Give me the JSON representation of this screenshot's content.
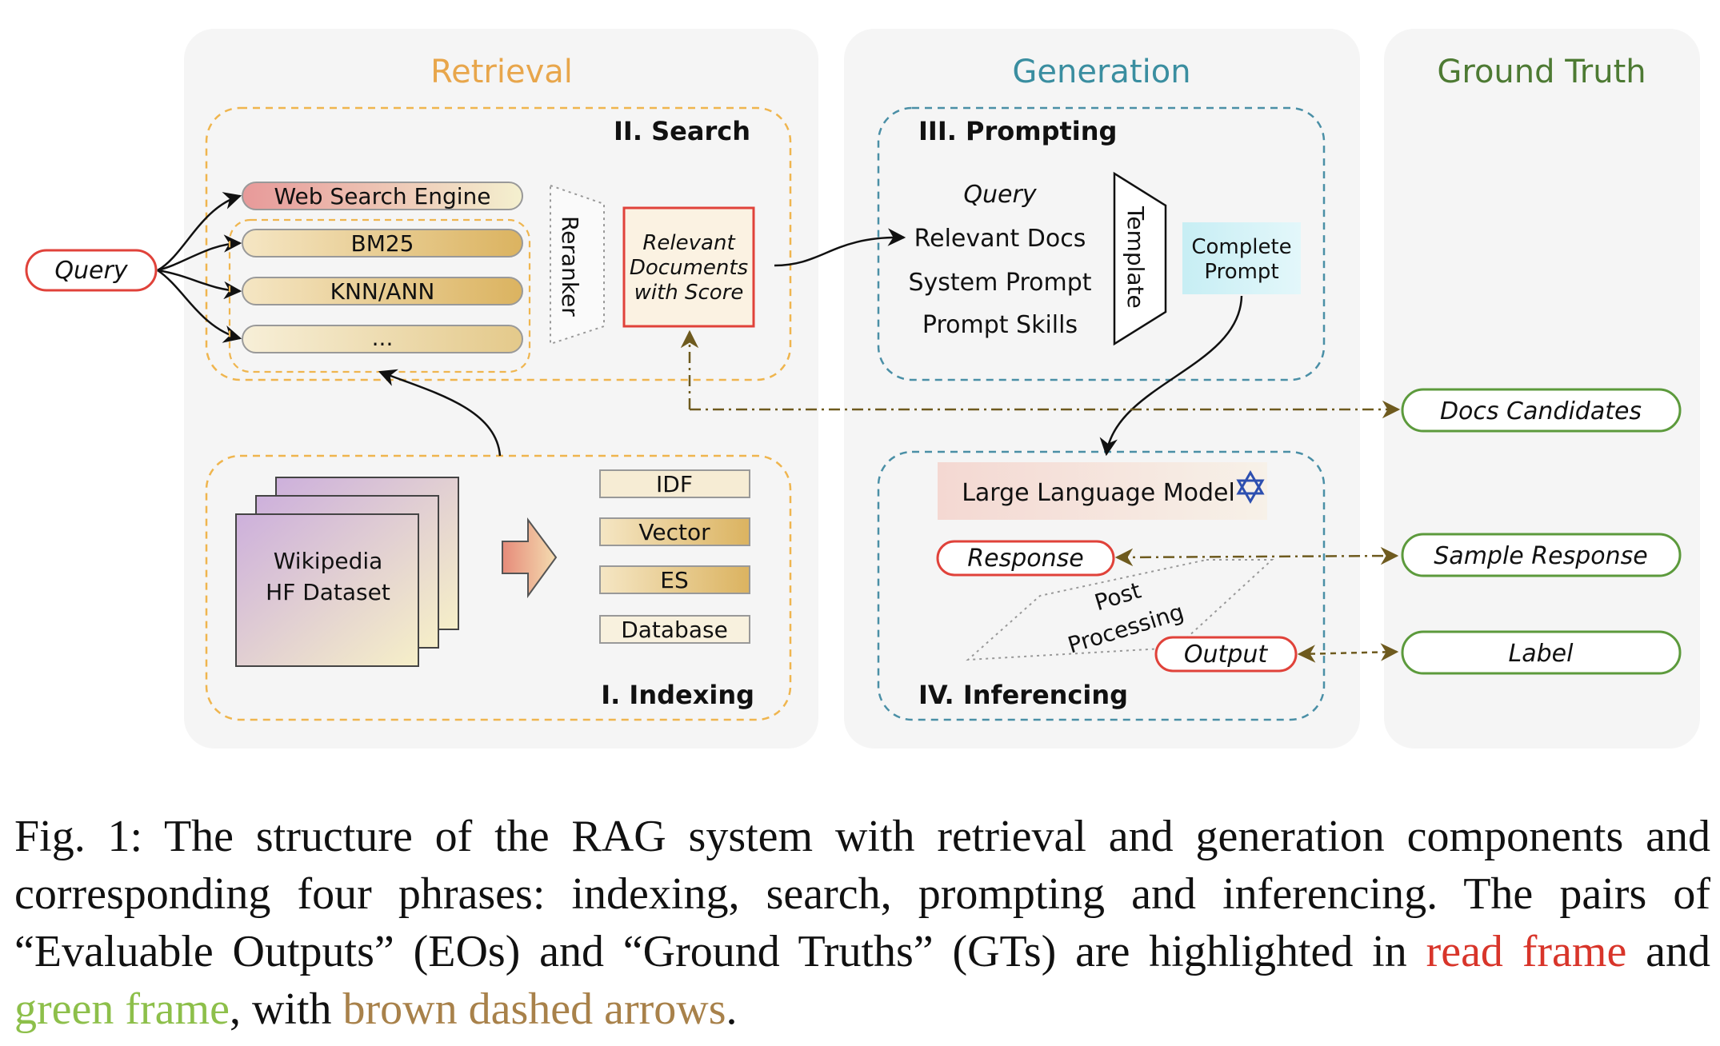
{
  "panels": {
    "retrieval": "Retrieval",
    "generation": "Generation",
    "ground_truth": "Ground Truth"
  },
  "stages": {
    "search": "II. Search",
    "indexing": "I. Indexing",
    "prompting": "III. Prompting",
    "inferencing": "IV. Inferencing"
  },
  "retrieval": {
    "query": "Query",
    "retrievers": [
      "Web Search Engine",
      "BM25",
      "KNN/ANN",
      "..."
    ],
    "reranker": "Reranker",
    "relevant_docs": [
      "Relevant",
      "Documents",
      "with Score"
    ],
    "dataset": [
      "Wikipedia",
      "HF Dataset"
    ],
    "indexes": [
      "IDF",
      "Vector",
      "ES",
      "Database"
    ]
  },
  "generation": {
    "prompt_items": [
      "Query",
      "Relevant Docs",
      "System Prompt",
      "Prompt Skills"
    ],
    "template": "Template",
    "complete_prompt": [
      "Complete",
      "Prompt"
    ],
    "llm": "Large Language Model",
    "response": "Response",
    "post_processing": [
      "Post",
      "Processing"
    ],
    "output": "Output"
  },
  "ground_truths": {
    "docs_candidates": "Docs Candidates",
    "sample_response": "Sample Response",
    "label": "Label"
  },
  "caption": {
    "part1": "Fig. 1: The structure of the RAG system with retrieval and generation components and corresponding four phrases: indexing, search, prompting and inferencing. The pairs of “Evaluable Outputs” (EOs) and “Ground Truths” (GTs) are highlighted in ",
    "red_text": "read frame",
    "part2": " and ",
    "green_text": "green frame",
    "part3": ", with ",
    "brown_text": "brown dashed arrows",
    "part4": "."
  },
  "colors": {
    "retrieval_title": "#e8a64b",
    "generation_title": "#3a8ea0",
    "ground_truth_title": "#4d7a33",
    "eo_frame": "#e0423a",
    "gt_frame": "#5c9a3c",
    "gt_arrow": "#7a6020"
  }
}
